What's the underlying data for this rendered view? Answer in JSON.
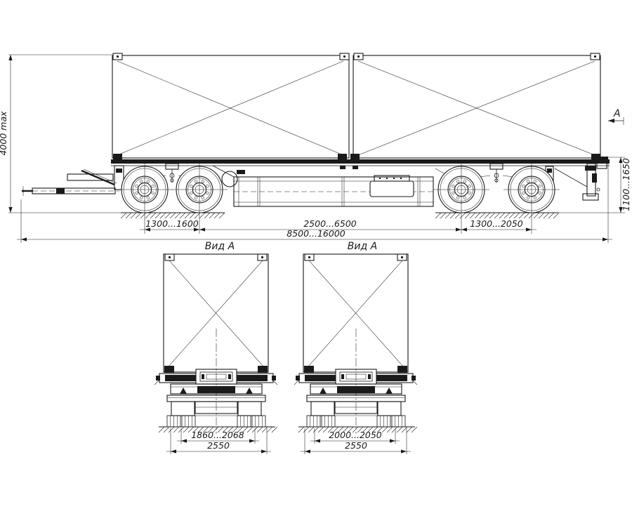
{
  "colors": {
    "ink": "#1a1a1a",
    "paper": "#ffffff"
  },
  "side_view": {
    "height_max": "4000 max",
    "front_bogie_spread": "1300...1600",
    "container_gap_span": "2500...6500",
    "rear_bogie_spread": "1300...2050",
    "overall_length": "8500...16000",
    "deck_height": "1100...1650",
    "section_marker": "А"
  },
  "rear_views": {
    "left": {
      "title": "Вид А",
      "inner_width": "1860...2068",
      "overall_width": "2550"
    },
    "right": {
      "title": "Вид А",
      "inner_width": "2000...2050",
      "overall_width": "2550"
    }
  }
}
